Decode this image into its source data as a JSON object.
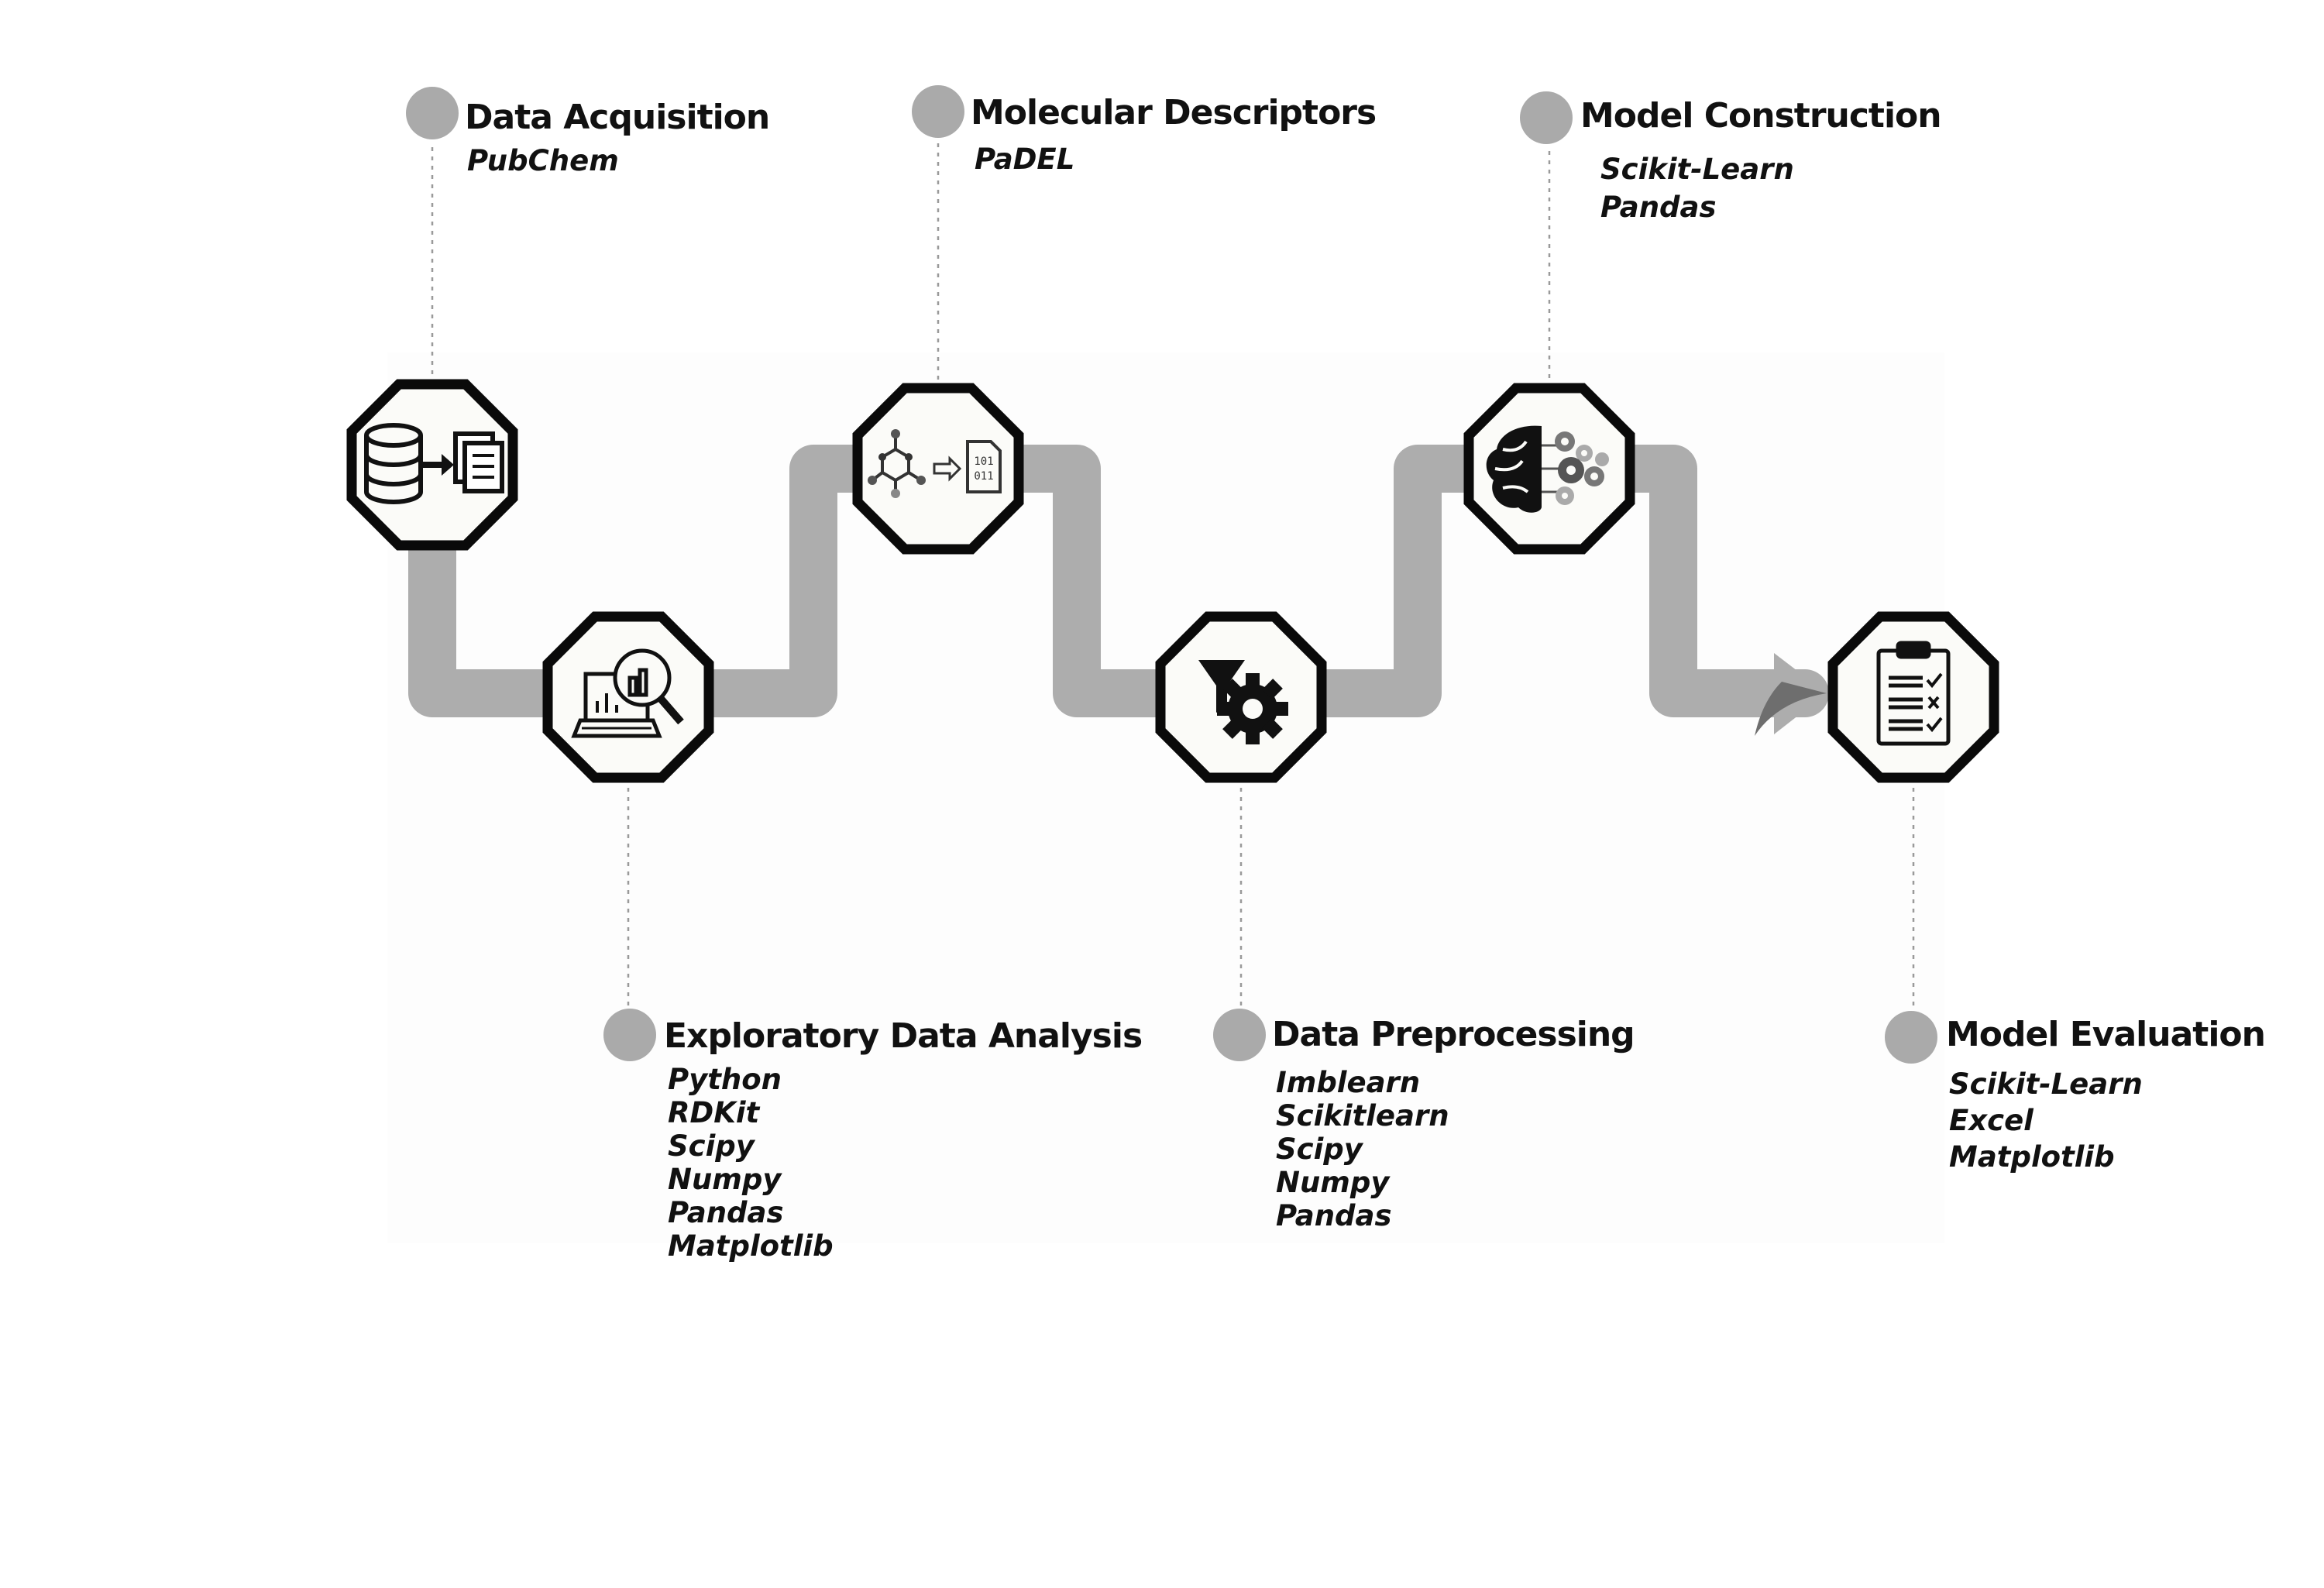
{
  "stages": [
    {
      "id": "data-acquisition",
      "title": "Data Acquisition",
      "tools": [
        "PubChem"
      ],
      "icon": "database-to-documents-icon"
    },
    {
      "id": "exploratory-data-analysis",
      "title": "Exploratory Data Analysis",
      "tools": [
        "Python",
        "RDKit",
        "Scipy",
        "Numpy",
        "Pandas",
        "Matplotlib"
      ],
      "icon": "chart-magnifier-icon"
    },
    {
      "id": "molecular-descriptors",
      "title": "Molecular Descriptors",
      "tools": [
        "PaDEL"
      ],
      "icon": "molecule-to-binary-icon"
    },
    {
      "id": "data-preprocessing",
      "title": "Data Preprocessing",
      "tools": [
        "Imblearn",
        "Scikitlearn",
        "Scipy",
        "Numpy",
        "Pandas"
      ],
      "icon": "funnel-gear-icon"
    },
    {
      "id": "model-construction",
      "title": "Model Construction",
      "tools": [
        "Scikit-Learn",
        "Pandas"
      ],
      "icon": "brain-gears-icon"
    },
    {
      "id": "model-evaluation",
      "title": "Model Evaluation",
      "tools": [
        "Scikit-Learn",
        "Excel",
        "Matplotlib"
      ],
      "icon": "clipboard-checklist-icon"
    }
  ],
  "colors": {
    "path": "#adadad",
    "dot": "#aaaaaa",
    "octagon_fill": "#fbfbf8",
    "octagon_stroke": "#0a0a0a",
    "background_panel": "#fdfdfd",
    "arrow_head": "#7a7a7a",
    "text": "#111111"
  }
}
